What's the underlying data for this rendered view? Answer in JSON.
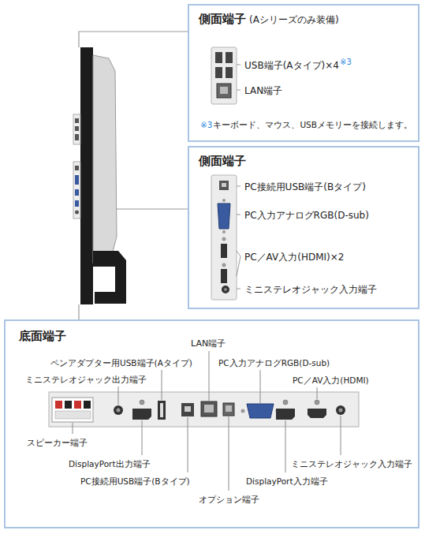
{
  "diagram": {
    "nodes": [
      {
        "text": [
          "側面端子",
          "(Aシリーズのみ装備)",
          "USB端子(Aタイプ)×4",
          "※3",
          "LAN端子",
          "※3",
          "キーボード、マウス、USBメモリーを接続します。"
        ]
      },
      {
        "text": [
          "側面端子",
          "PC接続用USB端子(Bタイプ)",
          "PC入力アナログRGB(D-sub)",
          "PC／AV入力(HDMI)×2",
          "ミニステレオジャック入力端子"
        ]
      },
      {
        "text": [
          "底面端子",
          "LAN端子",
          "ペンアダプター用USB端子(Aタイプ)",
          "PC入力アナログRGB(D-sub)",
          "ミニステレオジャック出力端子",
          "PC／AV入力(HDMI)",
          "スピーカー端子",
          "DisplayPort出力端子",
          "PC接続用USB端子(Bタイプ)",
          "DisplayPort入力端子",
          "オプション端子",
          "ミニステレオジャック入力端子"
        ]
      }
    ]
  }
}
